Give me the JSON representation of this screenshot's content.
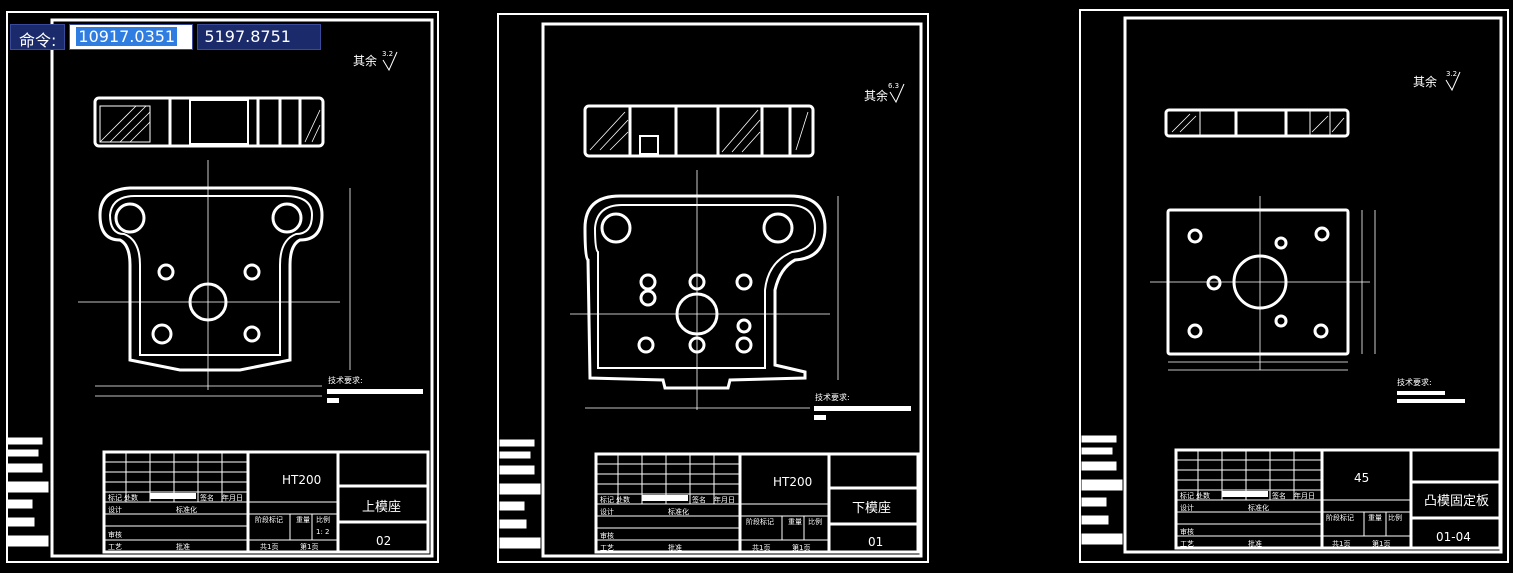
{
  "command_bar": {
    "label": "命令:",
    "x_value": "10917.0351",
    "y_value": "5197.8751"
  },
  "sheets": [
    {
      "roughness": "其余",
      "roughness_value": "3.2",
      "tech_req": "技术要求:",
      "material": "HT200",
      "part_name": "上模座",
      "drawing_no": "02",
      "scale": "1: 2",
      "labels": {
        "mark": "标记",
        "count": "处数",
        "sign": "签名",
        "date": "年月日",
        "design": "设计",
        "std": "标准化",
        "stage": "阶段标记",
        "weight": "重量",
        "ratio": "比例",
        "review": "审核",
        "craft": "工艺",
        "approve": "批准",
        "total": "共1页",
        "page": "第1页"
      }
    },
    {
      "roughness": "其余",
      "roughness_value": "6.3",
      "tech_req": "技术要求:",
      "material": "HT200",
      "part_name": "下模座",
      "drawing_no": "01",
      "scale": "",
      "labels": {
        "mark": "标记",
        "count": "处数",
        "sign": "签名",
        "date": "年月日",
        "design": "设计",
        "std": "标准化",
        "stage": "阶段标记",
        "weight": "重量",
        "ratio": "比例",
        "review": "审核",
        "craft": "工艺",
        "approve": "批准",
        "total": "共1页",
        "page": "第1页"
      }
    },
    {
      "roughness": "其余",
      "roughness_value": "3.2",
      "tech_req": "技术要求:",
      "material": "45",
      "part_name": "凸模固定板",
      "drawing_no": "01-04",
      "scale": "",
      "labels": {
        "mark": "标记",
        "count": "处数",
        "sign": "签名",
        "date": "年月日",
        "design": "设计",
        "std": "标准化",
        "stage": "阶段标记",
        "weight": "重量",
        "ratio": "比例",
        "review": "审核",
        "craft": "工艺",
        "approve": "批准",
        "total": "共1页",
        "page": "第1页"
      }
    }
  ]
}
